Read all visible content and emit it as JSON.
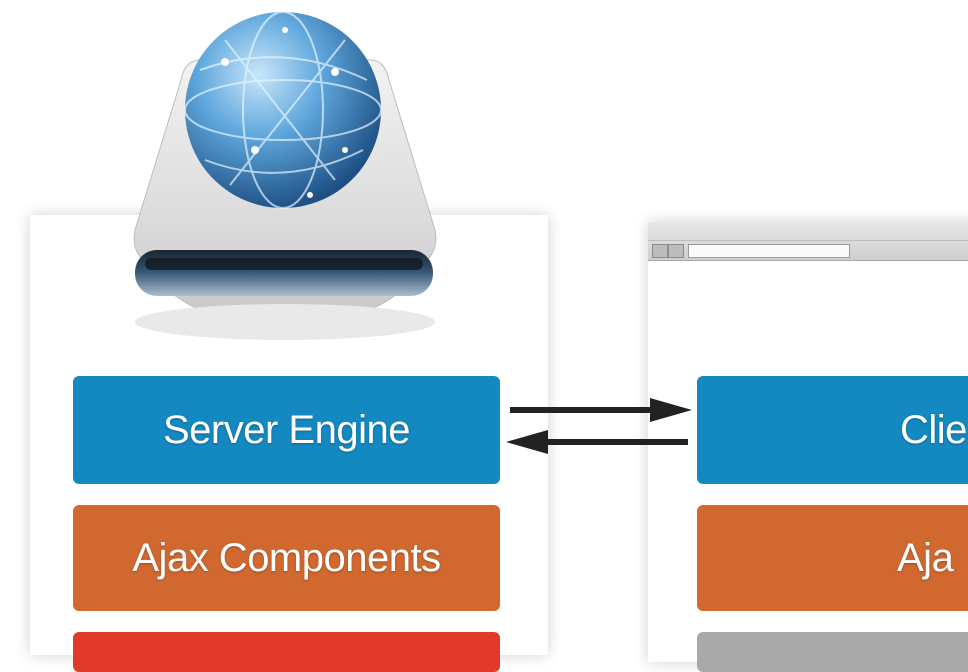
{
  "server": {
    "engine_label": "Server Engine",
    "ajax_label": "Ajax Components",
    "third_label": ""
  },
  "client": {
    "engine_label": "Clie",
    "ajax_label": "Aja",
    "third_label": ""
  },
  "colors": {
    "engine": "#1488c0",
    "ajax": "#d0682f",
    "server_third": "#e23a2a",
    "client_third": "#a9a9a9",
    "arrow": "#222222"
  }
}
